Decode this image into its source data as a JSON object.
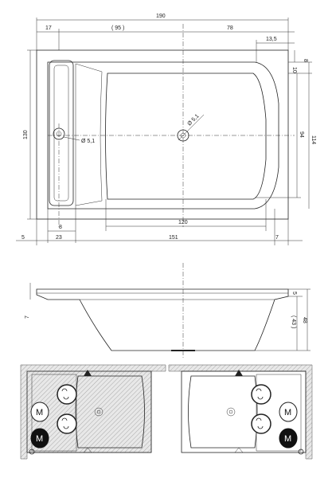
{
  "top_view": {
    "overall_width": "190",
    "left_offset": "17",
    "center_offset": "( 95 )",
    "right_offset": "78",
    "right_small": "13,5",
    "right_top": "8",
    "right_inner": "10",
    "overall_height": "130",
    "inner_height": "114",
    "drain_vertical": "94",
    "overflow_diameter": "Ø 5,1",
    "drain_diameter": "Ø 5,1",
    "inner_bottom": "120",
    "left_bottom": "8",
    "bottom_left_edge": "5",
    "bottom_left_inner": "23",
    "bottom_main": "151",
    "bottom_right_edge": "7"
  },
  "side_view": {
    "rim_left": "7",
    "rim_right": "5",
    "depth_inner": "( 43 )",
    "depth_total": "48"
  },
  "plan_views": {
    "left": {
      "motor_top": "M",
      "motor_bottom": "M"
    },
    "right": {
      "motor_top": "M",
      "motor_bottom": "M"
    }
  }
}
